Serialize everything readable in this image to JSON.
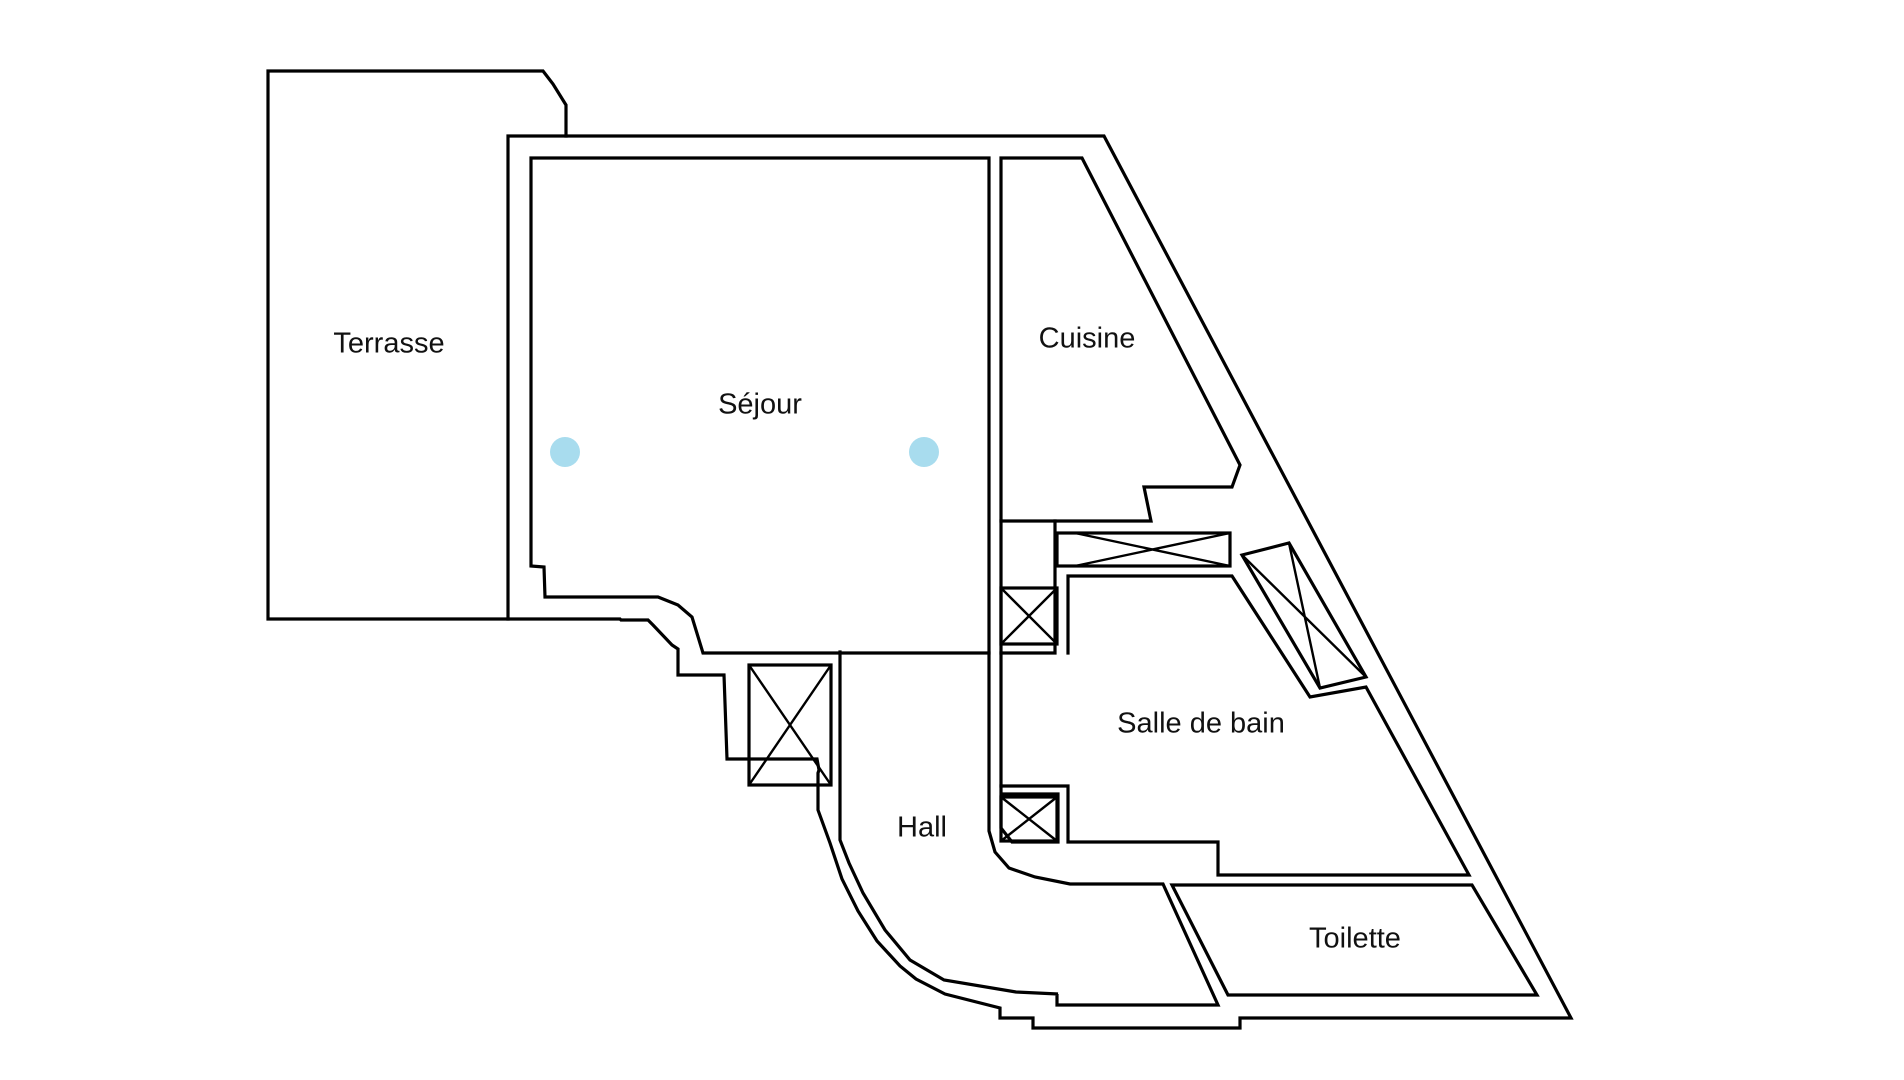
{
  "rooms": {
    "terrasse": "Terrasse",
    "sejour": "Séjour",
    "cuisine": "Cuisine",
    "salle_de_bain": "Salle de bain",
    "hall": "Hall",
    "toilette": "Toilette"
  },
  "colors": {
    "wall": "#000000",
    "marker": "#a8dcee",
    "background": "#ffffff"
  }
}
